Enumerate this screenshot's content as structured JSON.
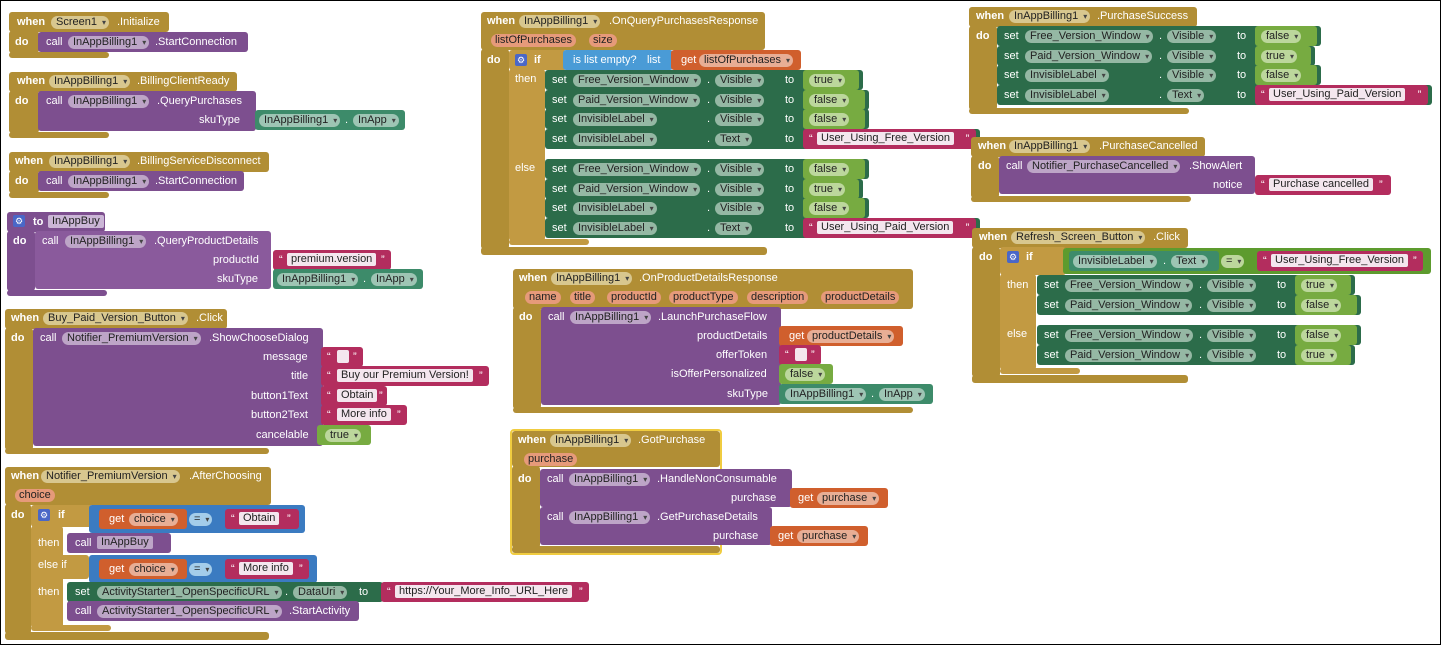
{
  "kw": {
    "when": "when",
    "do": "do",
    "call": "call",
    "set": "set",
    "to": "to",
    "get": "get",
    "if": "if",
    "then": "then",
    "else": "else",
    "else_if": "else if",
    "dot": "."
  },
  "b1": {
    "comp": "Screen1",
    "event": ".Initialize",
    "c_comp": "InAppBilling1",
    "c_method": ".StartConnection"
  },
  "b2": {
    "comp": "InAppBilling1",
    "event": ".BillingClientReady",
    "c_comp": "InAppBilling1",
    "c_method": ".QueryPurchases",
    "arg": "skuType",
    "v_comp": "InAppBilling1",
    "v_prop": "InApp"
  },
  "b3": {
    "comp": "InAppBilling1",
    "event": ".BillingServiceDisconnect",
    "c_comp": "InAppBilling1",
    "c_method": ".StartConnection"
  },
  "b4": {
    "proc": "InAppBuy",
    "c_comp": "InAppBilling1",
    "c_method": ".QueryProductDetails",
    "arg1": "productId",
    "v1": "premium.version",
    "arg2": "skuType",
    "v_comp": "InAppBilling1",
    "v_prop": "InApp"
  },
  "b5": {
    "comp": "Buy_Paid_Version_Button",
    "event": ".Click",
    "c_comp": "Notifier_PremiumVersion",
    "c_method": ".ShowChooseDialog",
    "a1": "message",
    "a2": "title",
    "v2": "Buy our Premium Version!",
    "a3": "button1Text",
    "v3": "Obtain",
    "a4": "button2Text",
    "v4": "More info",
    "a5": "cancelable",
    "v5": "true"
  },
  "b6": {
    "comp": "Notifier_PremiumVersion",
    "event": ".AfterChoosing",
    "param": "choice",
    "g1": "choice",
    "eq": "=",
    "s1": "Obtain",
    "proc": "InAppBuy",
    "g2": "choice",
    "s2": "More info",
    "set_comp": "ActivityStarter1_OpenSpecificURL",
    "set_prop": "DataUri",
    "url": "https://Your_More_Info_URL_Here",
    "c_comp": "ActivityStarter1_OpenSpecificURL",
    "c_method": ".StartActivity"
  },
  "b7": {
    "comp": "InAppBilling1",
    "event": ".OnQueryPurchasesResponse",
    "p1": "listOfPurchases",
    "p2": "size",
    "cond": "is list empty?",
    "cond_arg": "list",
    "g": "listOfPurchases",
    "then_rows": [
      {
        "comp": "Free_Version_Window",
        "prop": "Visible",
        "val": "true",
        "kind": "bool"
      },
      {
        "comp": "Paid_Version_Window",
        "prop": "Visible",
        "val": "false",
        "kind": "bool"
      },
      {
        "comp": "InvisibleLabel",
        "prop": "Visible",
        "val": "false",
        "kind": "bool"
      },
      {
        "comp": "InvisibleLabel",
        "prop": "Text",
        "val": "User_Using_Free_Version",
        "kind": "text"
      }
    ],
    "else_rows": [
      {
        "comp": "Free_Version_Window",
        "prop": "Visible",
        "val": "false",
        "kind": "bool"
      },
      {
        "comp": "Paid_Version_Window",
        "prop": "Visible",
        "val": "true",
        "kind": "bool"
      },
      {
        "comp": "InvisibleLabel",
        "prop": "Visible",
        "val": "false",
        "kind": "bool"
      },
      {
        "comp": "InvisibleLabel",
        "prop": "Text",
        "val": "User_Using_Paid_Version",
        "kind": "text"
      }
    ]
  },
  "b8": {
    "comp": "InAppBilling1",
    "event": ".OnProductDetailsResponse",
    "params": [
      "name",
      "title",
      "productId",
      "productType",
      "description",
      "productDetails"
    ],
    "c_comp": "InAppBilling1",
    "c_method": ".LaunchPurchaseFlow",
    "a1": "productDetails",
    "g1": "productDetails",
    "a2": "offerToken",
    "a3": "isOfferPersonalized",
    "v3": "false",
    "a4": "skuType",
    "v_comp": "InAppBilling1",
    "v_prop": "InApp"
  },
  "b9": {
    "comp": "InAppBilling1",
    "event": ".GotPurchase",
    "param": "purchase",
    "c1_comp": "InAppBilling1",
    "c1_method": ".HandleNonConsumable",
    "a1": "purchase",
    "g1": "purchase",
    "c2_comp": "InAppBilling1",
    "c2_method": ".GetPurchaseDetails",
    "a2": "purchase",
    "g2": "purchase"
  },
  "b10": {
    "comp": "InAppBilling1",
    "event": ".PurchaseSuccess",
    "rows": [
      {
        "comp": "Free_Version_Window",
        "prop": "Visible",
        "val": "false",
        "kind": "bool"
      },
      {
        "comp": "Paid_Version_Window",
        "prop": "Visible",
        "val": "true",
        "kind": "bool"
      },
      {
        "comp": "InvisibleLabel",
        "prop": "Visible",
        "val": "false",
        "kind": "bool"
      },
      {
        "comp": "InvisibleLabel",
        "prop": "Text",
        "val": "User_Using_Paid_Version",
        "kind": "text"
      }
    ]
  },
  "b11": {
    "comp": "InAppBilling1",
    "event": ".PurchaseCancelled",
    "c_comp": "Notifier_PurchaseCancelled",
    "c_method": ".ShowAlert",
    "arg": "notice",
    "v": "Purchase cancelled"
  },
  "b12": {
    "comp": "Refresh_Screen_Button",
    "event": ".Click",
    "cond_comp": "InvisibleLabel",
    "cond_prop": "Text",
    "eq": "=",
    "cond_val": "User_Using_Free_Version",
    "then_rows": [
      {
        "comp": "Free_Version_Window",
        "prop": "Visible",
        "val": "true",
        "kind": "bool"
      },
      {
        "comp": "Paid_Version_Window",
        "prop": "Visible",
        "val": "false",
        "kind": "bool"
      }
    ],
    "else_rows": [
      {
        "comp": "Free_Version_Window",
        "prop": "Visible",
        "val": "false",
        "kind": "bool"
      },
      {
        "comp": "Paid_Version_Window",
        "prop": "Visible",
        "val": "true",
        "kind": "bool"
      }
    ]
  },
  "colors": {
    "event": "#b18e35",
    "procedure": "#7d4f8f",
    "setter": "#2c6c4a",
    "logic": "#77ab41",
    "text": "#b32d5e",
    "variable": "#d05f2d",
    "list": "#4a9bd6"
  }
}
